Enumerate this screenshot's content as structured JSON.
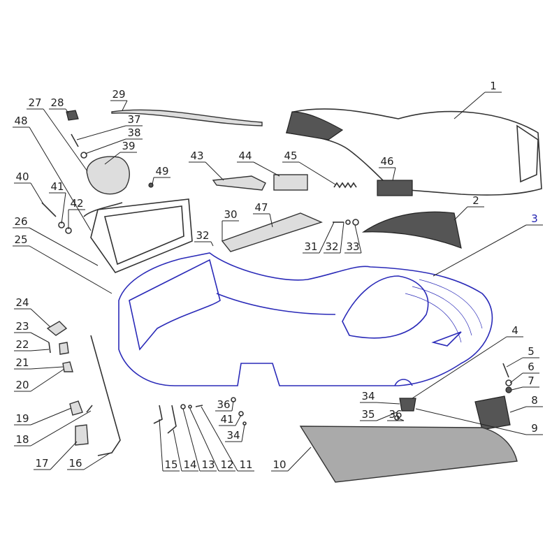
{
  "diagram": {
    "title": "Sidecar body exploded parts diagram",
    "highlight_color": "#2a2ab8",
    "labels": [
      "1",
      "29",
      "27",
      "28",
      "48",
      "37",
      "38",
      "39",
      "40",
      "41",
      "49",
      "43",
      "44",
      "45",
      "46",
      "2",
      "42",
      "30",
      "47",
      "3",
      "26",
      "31",
      "32",
      "33",
      "32",
      "25",
      "24",
      "23",
      "22",
      "21",
      "4",
      "5",
      "6",
      "20",
      "7",
      "34",
      "36",
      "41",
      "36",
      "35",
      "8",
      "9",
      "19",
      "34",
      "18",
      "10",
      "17",
      "16",
      "15",
      "14",
      "13",
      "12",
      "11"
    ]
  }
}
